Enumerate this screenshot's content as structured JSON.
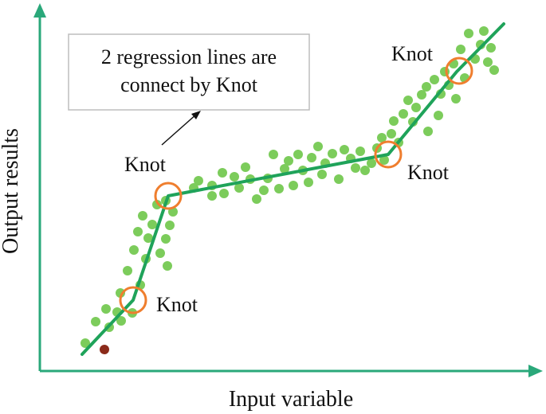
{
  "axes": {
    "x_label": "Input variable",
    "y_label": "Output results"
  },
  "callout": {
    "line1": "2 regression lines are",
    "line2": "connect by Knot"
  },
  "knot_labels": [
    {
      "id": "knot-1",
      "text": "Knot"
    },
    {
      "id": "knot-2",
      "text": "Knot"
    },
    {
      "id": "knot-3",
      "text": "Knot"
    },
    {
      "id": "knot-4",
      "text": "Knot"
    }
  ],
  "colors": {
    "axis": "#2aa87a",
    "regression_line": "#1fa35a",
    "data_point": "#7ccc5b",
    "knot_circle": "#ef7e2e",
    "outlier_point": "#8b2a1a",
    "callout_border": "#bdbdbd"
  }
}
